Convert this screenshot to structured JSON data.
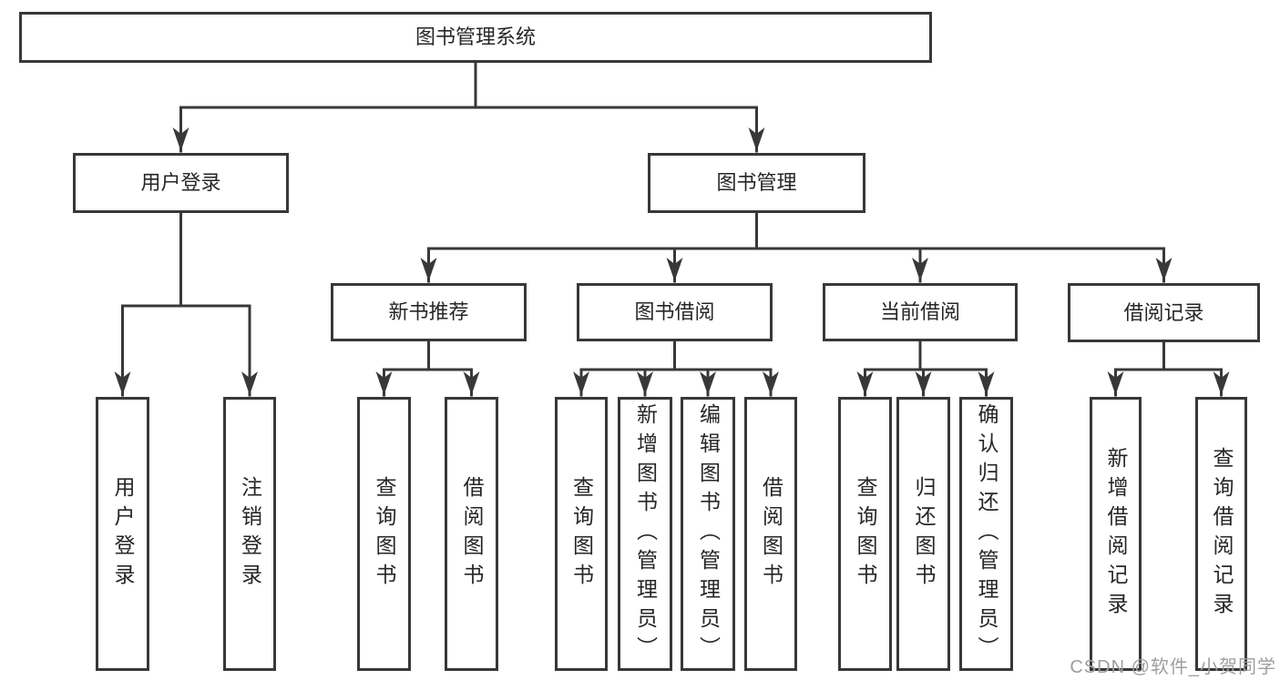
{
  "diagram": {
    "type": "hierarchy-tree",
    "levels": 4
  },
  "nodes": {
    "root": {
      "label": "图书管理系统"
    },
    "user_login": {
      "label": "用户登录"
    },
    "book_management": {
      "label": "图书管理"
    },
    "new_book_rec": {
      "label": "新书推荐"
    },
    "book_borrow": {
      "label": "图书借阅"
    },
    "current_borrow": {
      "label": "当前借阅"
    },
    "borrow_records": {
      "label": "借阅记录"
    },
    "leaf_user_login": {
      "label": "用户登录"
    },
    "leaf_logout": {
      "label": "注销登录"
    },
    "leaf_query_books_a": {
      "label": "查询图书"
    },
    "leaf_borrow_books_a": {
      "label": "借阅图书"
    },
    "leaf_query_books_b": {
      "label": "查询图书"
    },
    "leaf_add_books": {
      "label": "新增图书（管理员）"
    },
    "leaf_edit_books": {
      "label": "编辑图书（管理员）"
    },
    "leaf_borrow_books_b": {
      "label": "借阅图书"
    },
    "leaf_query_books_c": {
      "label": "查询图书"
    },
    "leaf_return_books": {
      "label": "归还图书"
    },
    "leaf_confirm_return": {
      "label": "确认归还（管理员）"
    },
    "leaf_add_borrow_record": {
      "label": "新增借阅记录"
    },
    "leaf_query_borrow_record": {
      "label": "查询借阅记录"
    }
  },
  "edges": [
    [
      "root",
      "user_login"
    ],
    [
      "root",
      "book_management"
    ],
    [
      "user_login",
      "leaf_user_login"
    ],
    [
      "user_login",
      "leaf_logout"
    ],
    [
      "book_management",
      "new_book_rec"
    ],
    [
      "book_management",
      "book_borrow"
    ],
    [
      "book_management",
      "current_borrow"
    ],
    [
      "book_management",
      "borrow_records"
    ],
    [
      "new_book_rec",
      "leaf_query_books_a"
    ],
    [
      "new_book_rec",
      "leaf_borrow_books_a"
    ],
    [
      "book_borrow",
      "leaf_query_books_b"
    ],
    [
      "book_borrow",
      "leaf_add_books"
    ],
    [
      "book_borrow",
      "leaf_edit_books"
    ],
    [
      "book_borrow",
      "leaf_borrow_books_b"
    ],
    [
      "current_borrow",
      "leaf_query_books_c"
    ],
    [
      "current_borrow",
      "leaf_return_books"
    ],
    [
      "current_borrow",
      "leaf_confirm_return"
    ],
    [
      "borrow_records",
      "leaf_add_borrow_record"
    ],
    [
      "borrow_records",
      "leaf_query_borrow_record"
    ]
  ],
  "watermark": {
    "text": "CSDN @软件_小贺同学"
  },
  "colors": {
    "line": "#383838",
    "box_border": "#383838",
    "text": "#262626",
    "watermark": "#9e9e9e",
    "background": "#ffffff"
  }
}
